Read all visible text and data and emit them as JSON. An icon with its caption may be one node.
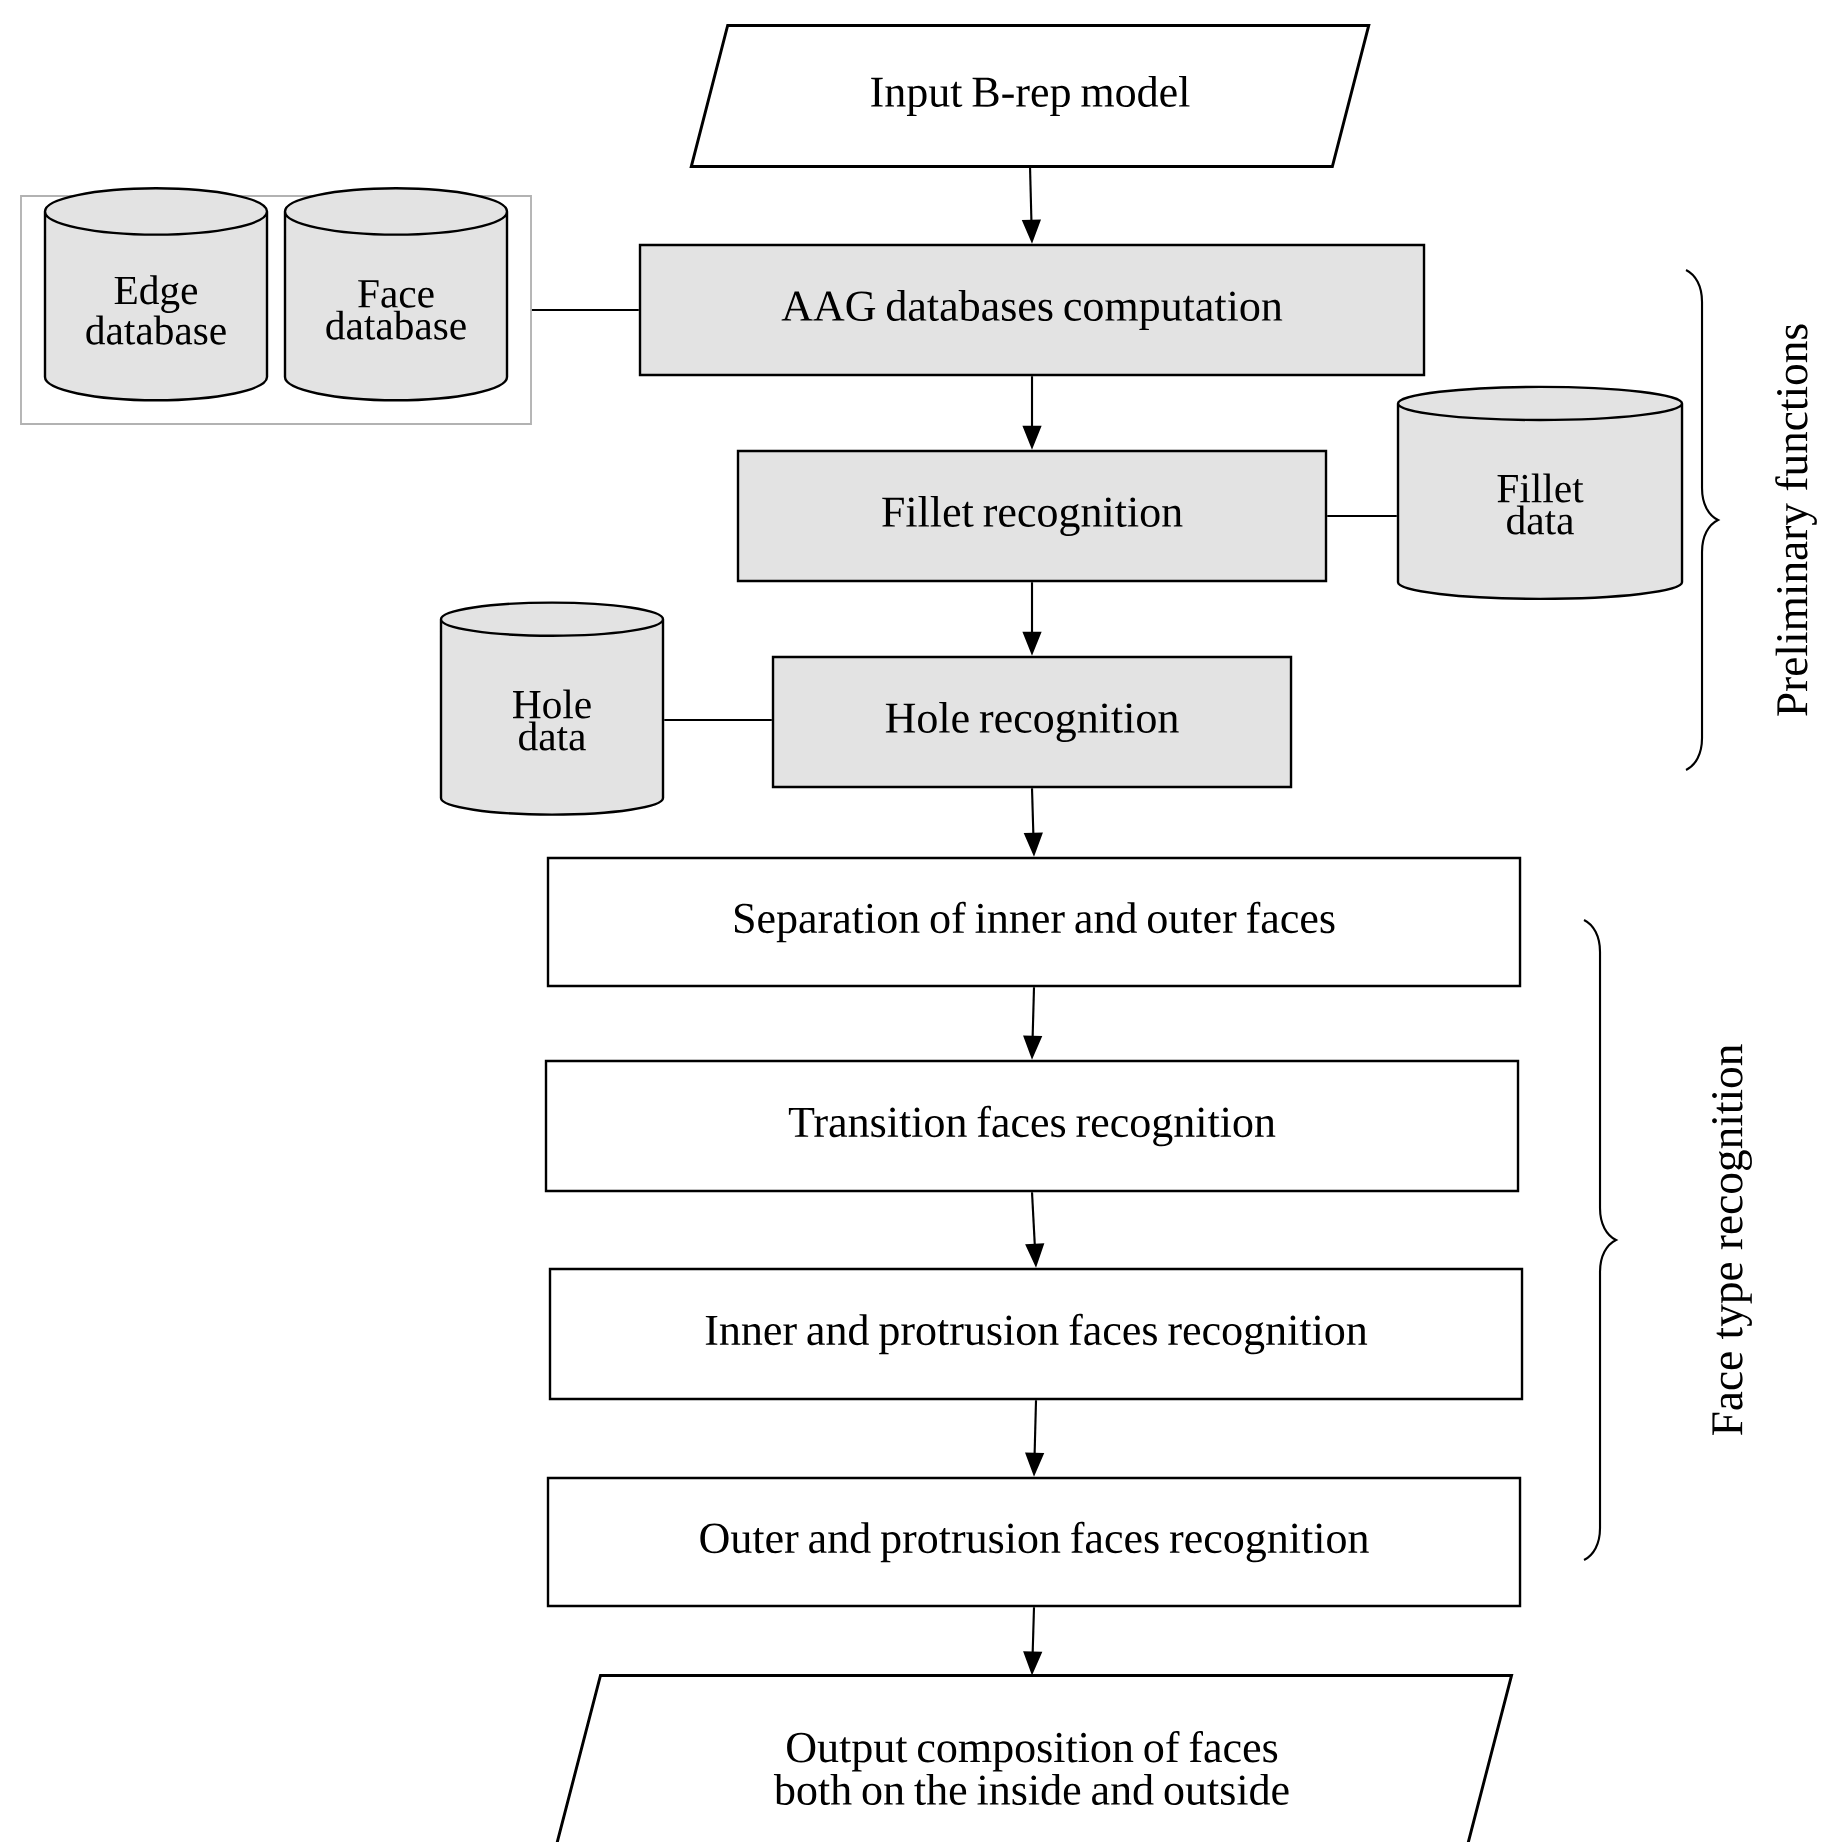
{
  "diagram": {
    "nodes": [
      {
        "text": [
          "Input B-rep model"
        ]
      },
      {
        "text": [],
        "shape": "box"
      },
      {
        "text": [
          "Edge database"
        ],
        "in": 1
      },
      {
        "text": [
          "Face database"
        ],
        "in": 1
      },
      {
        "text": [
          "AAG databases computation"
        ]
      },
      {
        "text": [
          "Fillet recognition"
        ]
      },
      {
        "text": [
          "Fillet data"
        ]
      },
      {
        "text": [
          "Hole data"
        ]
      },
      {
        "text": [
          "Hole recognition"
        ]
      },
      {
        "text": [
          "Separation of inner and outer faces"
        ]
      },
      {
        "text": [
          "Transition faces recognition"
        ]
      },
      {
        "text": [
          "Inner and protrusion faces recognition"
        ]
      },
      {
        "text": [
          "Outer and protrusion faces recognition"
        ]
      },
      {
        "text": [
          "Output composition of faces both on the inside and outside"
        ]
      }
    ],
    "edges": [
      {
        "from": 0,
        "to": 4,
        "arrow": "to"
      },
      {
        "from": 1,
        "to": 4,
        "arrow": "none"
      },
      {
        "from": 4,
        "to": 5,
        "arrow": "to"
      },
      {
        "from": 5,
        "to": 6,
        "arrow": "none"
      },
      {
        "from": 5,
        "to": 8,
        "arrow": "to"
      },
      {
        "from": 7,
        "to": 8,
        "arrow": "none"
      },
      {
        "from": 8,
        "to": 9,
        "arrow": "to"
      },
      {
        "from": 9,
        "to": 10,
        "arrow": "to"
      },
      {
        "from": 10,
        "to": 11,
        "arrow": "to"
      },
      {
        "from": 11,
        "to": 12,
        "arrow": "to"
      },
      {
        "from": 12,
        "to": 13,
        "arrow": "to"
      }
    ],
    "labels": [
      "Preliminary functions",
      "Face type recognition"
    ]
  }
}
